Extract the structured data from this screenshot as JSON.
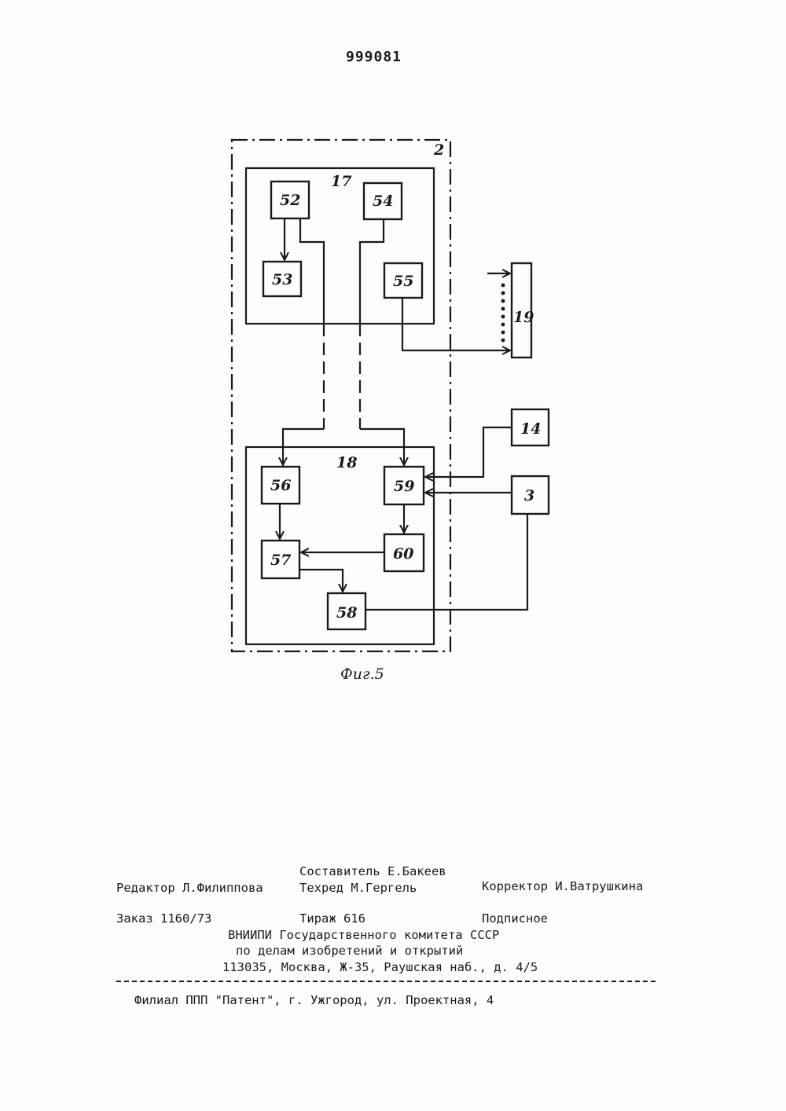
{
  "patent_number": "999081",
  "figure": {
    "caption": "Фиг.5",
    "labels": {
      "unit2": "2",
      "block17": "17",
      "block18": "18",
      "b52": "52",
      "b53": "53",
      "b54": "54",
      "b55": "55",
      "b56": "56",
      "b57": "57",
      "b58": "58",
      "b59": "59",
      "b60": "60",
      "b19": "19",
      "b14": "14",
      "b3": "3"
    }
  },
  "imprint": {
    "composer": "Составитель Е.Бакеев",
    "editor": "Редактор Л.Филиппова",
    "techred": "Техред М.Гергель",
    "corrector": "Корректор И.Ватрушкина",
    "order": "Заказ 1160/73",
    "circulation": "Тираж 616",
    "subscription": "Подписное",
    "org_line1": "ВНИИПИ Государственного комитета СССР",
    "org_line2": "по делам изобретений и открытий",
    "address": "113035, Москва, Ж-35, Раушская наб., д. 4/5",
    "branch": "Филиал ППП \"Патент\", г. Ужгород, ул. Проектная, 4"
  }
}
